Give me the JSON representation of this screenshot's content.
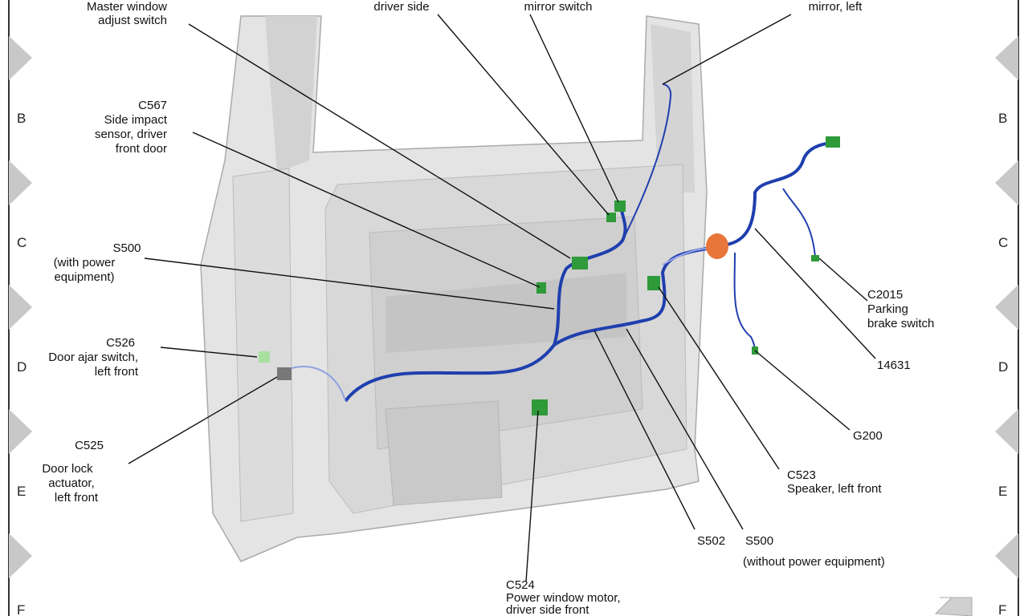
{
  "diagram": {
    "row_letters": [
      "B",
      "C",
      "D",
      "E",
      "F"
    ],
    "wire_color": "#1f3fae",
    "connector_color": "#2e9a3a",
    "grommet_color": "#e8753a",
    "labels": {
      "master_window": [
        "Master window",
        "adjust switch"
      ],
      "driver_side": [
        "driver side"
      ],
      "mirror_switch": [
        "mirror switch"
      ],
      "mirror_left": [
        "mirror, left"
      ],
      "c567": [
        "C567",
        "Side impact",
        "sensor, driver",
        "front door"
      ],
      "s500_with": [
        "S500",
        "(with power",
        "equipment)"
      ],
      "c526": [
        "C526",
        "Door ajar switch,",
        "left front"
      ],
      "c525": [
        "C525",
        "Door lock",
        "actuator,",
        "left front"
      ],
      "c2015": [
        "C2015",
        "Parking",
        "brake switch"
      ],
      "n14631": [
        "14631"
      ],
      "g200": [
        "G200"
      ],
      "c523": [
        "C523",
        "Speaker, left front"
      ],
      "s502": [
        "S502"
      ],
      "s500_without": [
        "S500",
        "(without power equipment)"
      ],
      "c524": [
        "C524",
        "Power window motor,",
        "driver side front"
      ]
    }
  }
}
